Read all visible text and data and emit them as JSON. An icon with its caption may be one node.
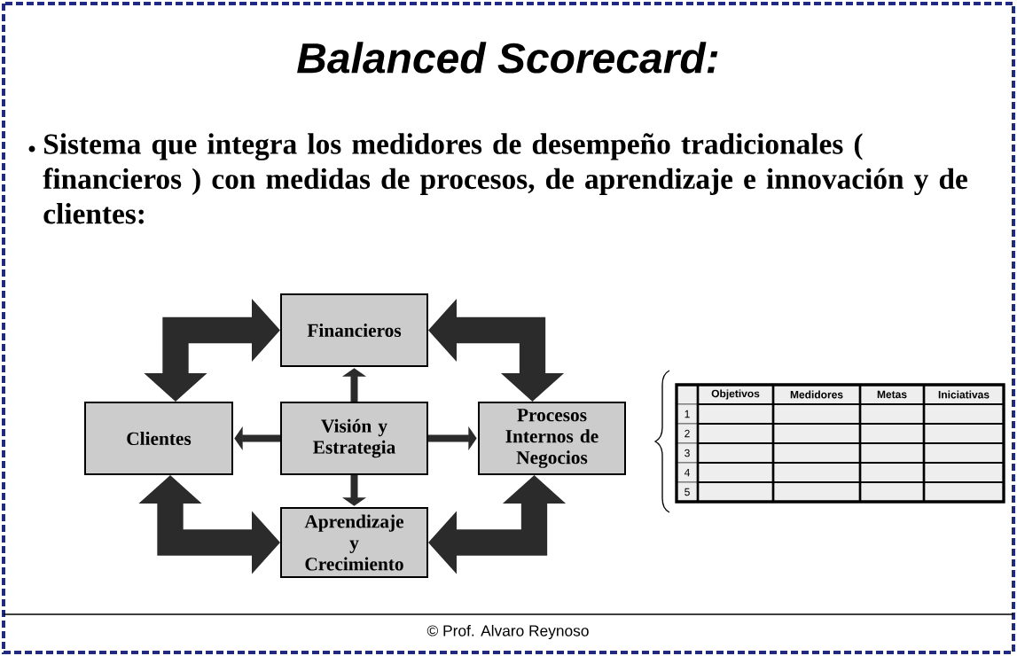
{
  "diagram": {
    "title": "Balanced Scorecard:",
    "nodes": [
      {
        "text": [
          "Financieros"
        ]
      },
      {
        "text": [
          "Clientes"
        ]
      },
      {
        "text": [
          "Visión y Estrategia"
        ]
      },
      {
        "text": [
          "Procesos Internos de Negocios"
        ]
      },
      {
        "text": [
          "Aprendizaje y Crecimiento"
        ]
      }
    ],
    "edges": [
      {
        "from": 2,
        "to": 0,
        "arrow": "to"
      },
      {
        "from": 2,
        "to": 1,
        "arrow": "to"
      },
      {
        "from": 2,
        "to": 3,
        "arrow": "to"
      },
      {
        "from": 2,
        "to": 4,
        "arrow": "to"
      },
      {
        "from": 1,
        "to": 0,
        "arrow": "both",
        "style": "thick"
      },
      {
        "from": 0,
        "to": 3,
        "arrow": "both",
        "style": "thick"
      },
      {
        "from": 1,
        "to": 4,
        "arrow": "both",
        "style": "thick"
      },
      {
        "from": 3,
        "to": 4,
        "arrow": "both",
        "style": "thick"
      }
    ],
    "labels": [
      "Sistema que integra los medidores de desempeño tradicionales ( financieros ) con medidas de procesos, de aprendizaje e innovación y de clientes:",
      "Objetivos",
      "Medidores",
      "Metas",
      "Iniciativas",
      "1",
      "2",
      "3",
      "4",
      "5",
      "© Prof. Alvaro Reynoso"
    ]
  }
}
